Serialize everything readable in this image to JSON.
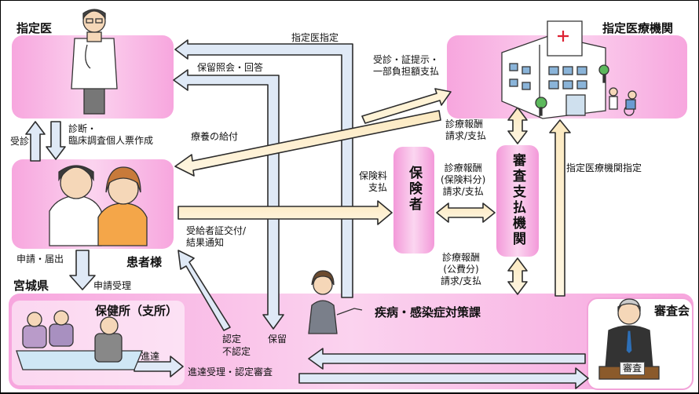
{
  "nodes": {
    "designated_doctor": "指定医",
    "designated_institution": "指定医療機関",
    "patient": "患者様",
    "insurer": "保険者",
    "review_payment": "審査支払機関",
    "miyagi": "宮城県",
    "health_center": "保健所（支所）",
    "disease_division": "疾病・感染症対策課",
    "review_board": "審査会"
  },
  "labels": {
    "doctor_designation": "指定医指定",
    "hold_inquiry": "保留照会・回答",
    "consult_copay": "受診・証提示・\n一部負担額支払",
    "visit": "受診",
    "diagnosis": "診断・\n臨床調査個人票作成",
    "medical_benefit": "療養の給付",
    "fee_claim_top": "診療報酬\n請求/支払",
    "premium": "保険料\n支払",
    "fee_claim_insurance": "診療報酬\n(保険料分)\n請求/支払",
    "institution_designation": "指定医療機関指定",
    "cert_issue": "受給者証交付/\n結果通知",
    "apply": "申請・届出",
    "apply_accept": "申請受理",
    "fee_claim_public": "診療報酬\n(公費分)\n請求/支払",
    "forward": "進達",
    "forward_review": "進達受理・認定審査",
    "approved": "認定",
    "hold": "保留",
    "not_approved": "不認定",
    "review_sign": "審査"
  }
}
